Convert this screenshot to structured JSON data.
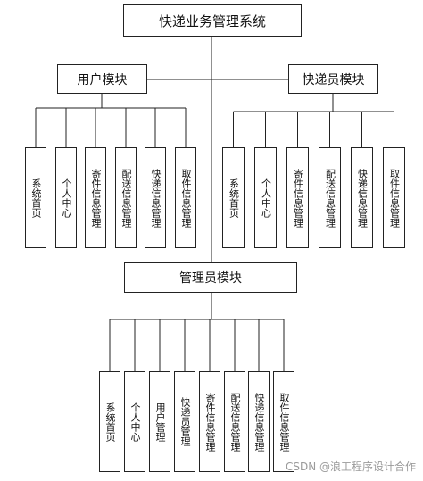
{
  "title": "快递业务管理系统",
  "modules": [
    {
      "id": "user",
      "label": "用户模块",
      "children": [
        "系统首页",
        "个人中心",
        "寄件信息管理",
        "配送信息管理",
        "快递信息管理",
        "取件信息管理"
      ]
    },
    {
      "id": "courier",
      "label": "快递员模块",
      "children": [
        "系统首页",
        "个人中心",
        "寄件信息管理",
        "配送信息管理",
        "快递信息管理",
        "取件信息管理"
      ]
    },
    {
      "id": "admin",
      "label": "管理员模块",
      "children": [
        "系统首页",
        "个人中心",
        "用户管理",
        "快递员管理",
        "寄件信息管理",
        "配送信息管理",
        "快递信息管理",
        "取件信息管理"
      ]
    }
  ],
  "watermark": "CSDN @浪工程序设计合作"
}
